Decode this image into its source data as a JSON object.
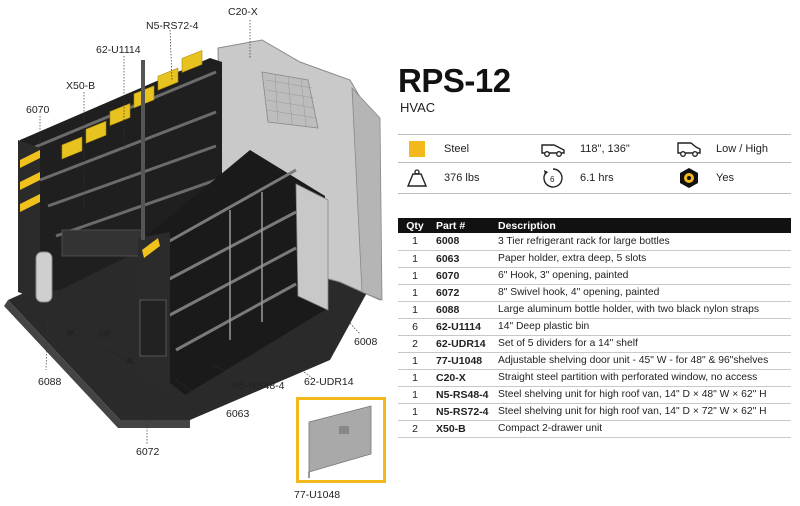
{
  "product": {
    "title": "RPS-12",
    "subtitle": "HVAC"
  },
  "specs": [
    {
      "icon": "steel-swatch-icon",
      "label": "Steel"
    },
    {
      "icon": "van-length-icon",
      "label": "118\", 136\""
    },
    {
      "icon": "van-roof-icon",
      "label": "Low / High"
    },
    {
      "icon": "weight-icon",
      "label": "376 lbs"
    },
    {
      "icon": "install-time-icon",
      "label": "6.1 hrs"
    },
    {
      "icon": "hardware-icon",
      "label": "Yes"
    }
  ],
  "colors": {
    "steel_swatch": "#f2b81c",
    "header_bg": "#111111",
    "accent": "#f2b81c"
  },
  "table": {
    "headers": {
      "qty": "Qty",
      "part": "Part #",
      "desc": "Description"
    },
    "rows": [
      {
        "qty": "1",
        "part": "6008",
        "desc": "3 Tier refrigerant rack for large bottles"
      },
      {
        "qty": "1",
        "part": "6063",
        "desc": "Paper holder, extra deep, 5 slots"
      },
      {
        "qty": "1",
        "part": "6070",
        "desc": "6\" Hook, 3\" opening, painted"
      },
      {
        "qty": "1",
        "part": "6072",
        "desc": "8\" Swivel hook, 4\" opening, painted"
      },
      {
        "qty": "1",
        "part": "6088",
        "desc": "Large aluminum bottle holder, with two black nylon straps"
      },
      {
        "qty": "6",
        "part": "62-U1114",
        "desc": "14\" Deep plastic bin"
      },
      {
        "qty": "2",
        "part": "62-UDR14",
        "desc": "Set of 5 dividers for a 14\" shelf"
      },
      {
        "qty": "1",
        "part": "77-U1048",
        "desc": "Adjustable shelving door unit - 45\" W - for 48\" & 96\"shelves"
      },
      {
        "qty": "1",
        "part": "C20-X",
        "desc": "Straight steel partition with perforated window, no access"
      },
      {
        "qty": "1",
        "part": "N5-RS48-4",
        "desc": "Steel shelving unit for high roof van, 14\" D × 48\" W × 62\" H"
      },
      {
        "qty": "1",
        "part": "N5-RS72-4",
        "desc": "Steel shelving unit for high roof van, 14\" D × 72\" W × 62\" H"
      },
      {
        "qty": "2",
        "part": "X50-B",
        "desc": "Compact 2-drawer unit"
      }
    ]
  },
  "callouts": {
    "c20x": "C20-X",
    "n5rs72": "N5-RS72-4",
    "u1114": "62-U1114",
    "x50b": "X50-B",
    "p6070": "6070",
    "p6008": "6008",
    "udr14": "62-UDR14",
    "n5rs48": "N5-RS48-4",
    "p6063": "6063",
    "p6088": "6088",
    "p6072": "6072",
    "dim38": "38\"",
    "u1048": "77-U1048"
  }
}
